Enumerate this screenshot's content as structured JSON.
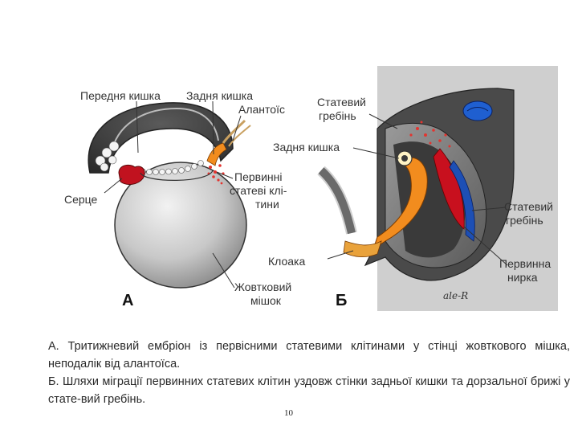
{
  "figure": {
    "labels": {
      "front_gut": "Передня кишка",
      "hind_gut_a": "Задня кишка",
      "allantois": "Алантоїс",
      "heart": "Серце",
      "primary_germ_cells": [
        "Первинні",
        "статеві клі-",
        "тини"
      ],
      "yolk_sac": [
        "Жовтковий",
        "мішок"
      ],
      "panel_a": "А",
      "gonadal_ridge_top": [
        "Статевий",
        "гребінь"
      ],
      "hind_gut_b": "Задня кишка",
      "cloaca": "Клоака",
      "gonadal_ridge_right": [
        "Статевий",
        "гребінь"
      ],
      "primary_kidney": [
        "Первинна",
        "нирка"
      ],
      "panel_b": "Б",
      "signature": "ale-R"
    }
  },
  "caption": {
    "line_a": "А. Тритижневий ембріон із первісними статевими клітинами у стінці жовткового мішка, неподалік від алантоїса.",
    "line_b": "Б. Шляхи міграції первинних статевих клітин уздовж стінки задньої кишки та дорзальної брижі у стате-вий гребінь."
  },
  "page_number": "10"
}
